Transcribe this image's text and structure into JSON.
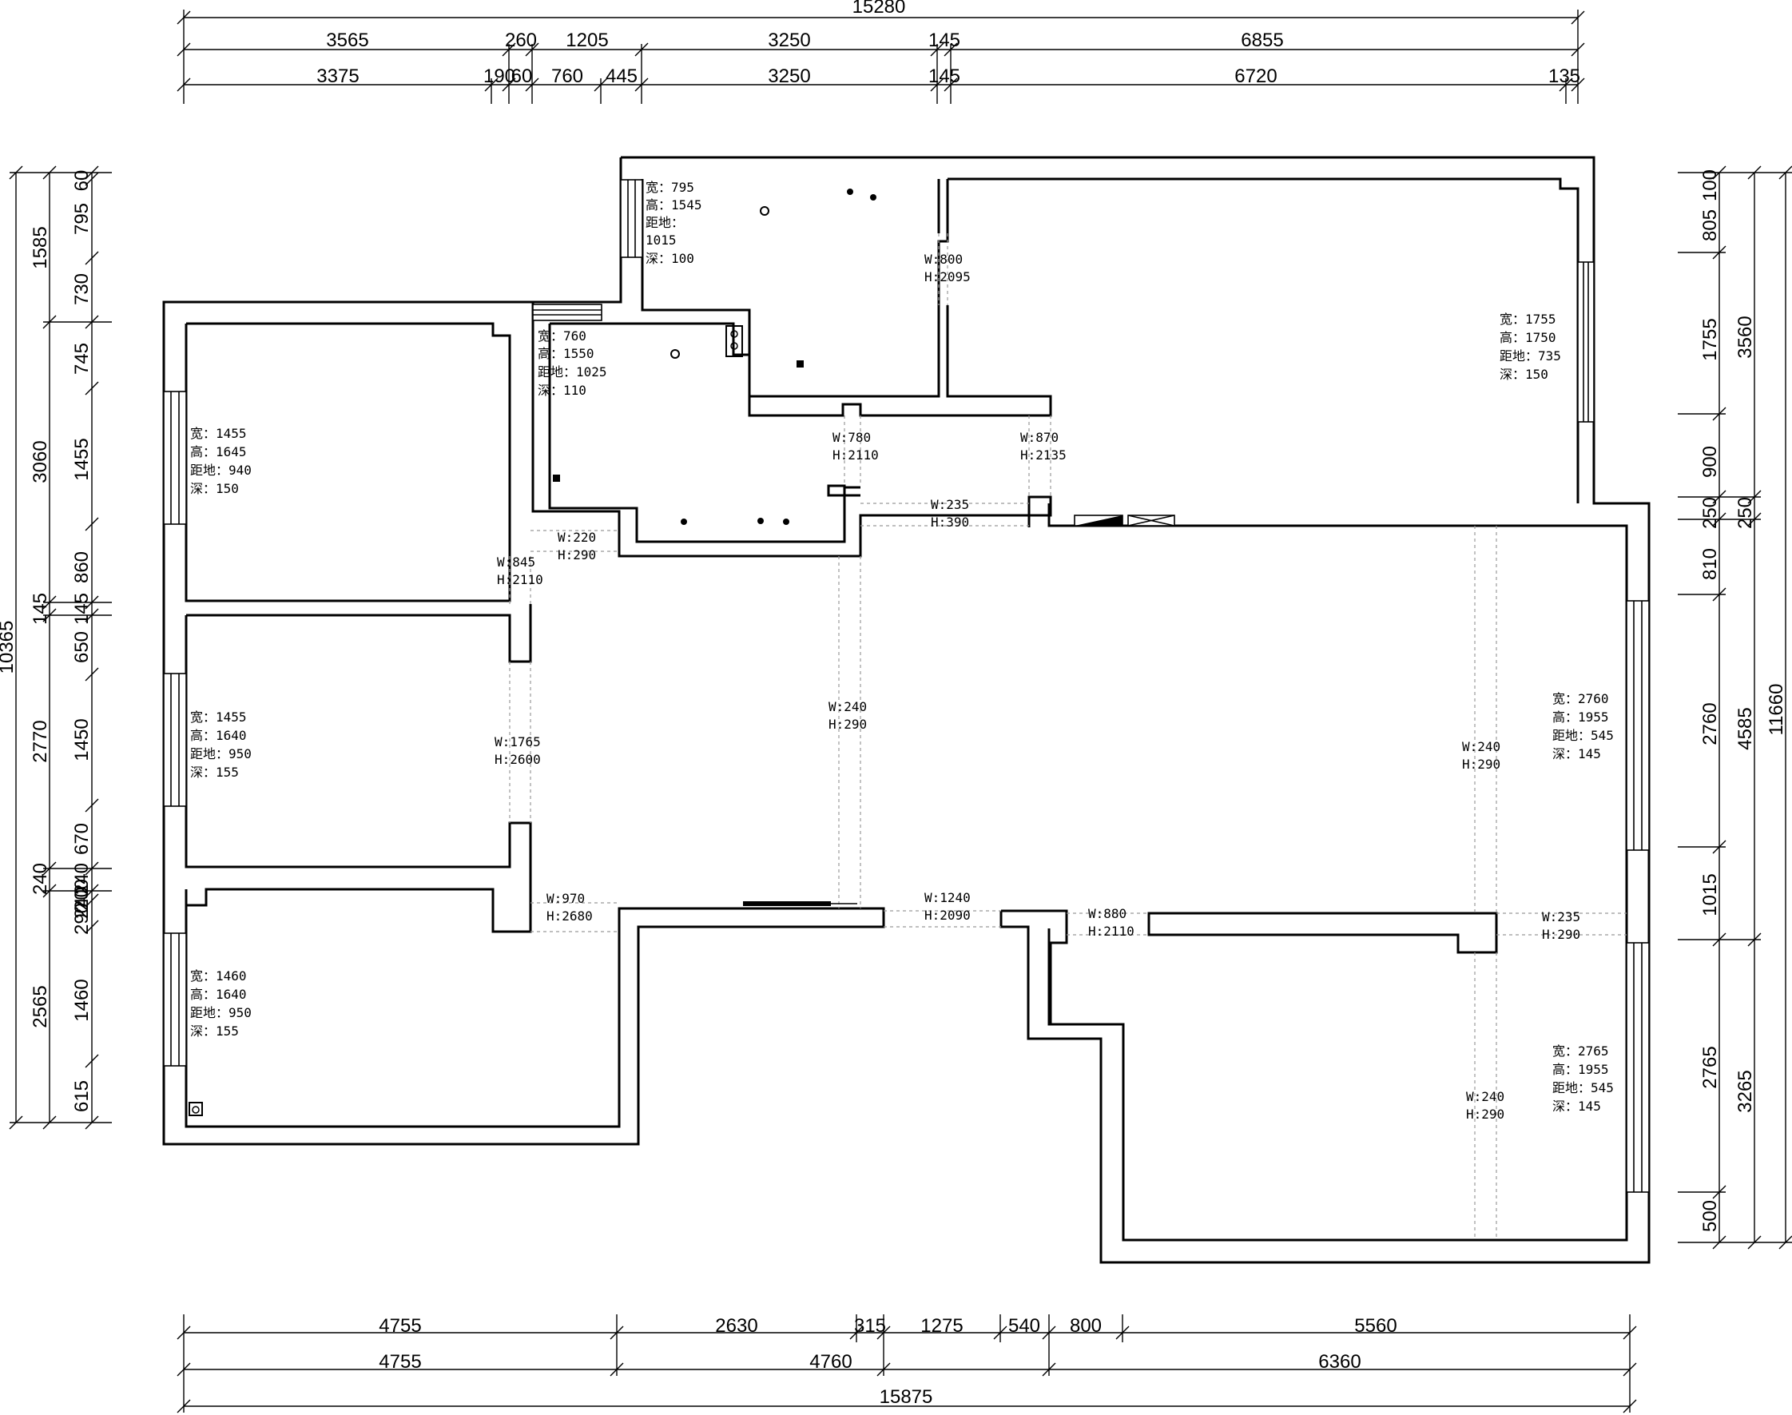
{
  "dims": {
    "top_total": "15280",
    "top_row1": [
      "3565",
      "260",
      "1205",
      "3250",
      "145",
      "6855"
    ],
    "top_row2": [
      "3375",
      "190",
      "60",
      "760",
      "445",
      "3250",
      "145",
      "6720",
      "135"
    ],
    "bottom_row1": [
      "4755",
      "2630",
      "315",
      "1275",
      "540",
      "800",
      "5560"
    ],
    "bottom_row2": [
      "4755",
      "4760",
      "6360"
    ],
    "bottom_total": "15875",
    "left_total": "10365",
    "left_outer": [
      "1585",
      "3060",
      "145",
      "2770",
      "240",
      "2565"
    ],
    "left_inner": [
      "60",
      "795",
      "730",
      "745",
      "1455",
      "860",
      "145",
      "650",
      "1450",
      "670",
      "240",
      "290",
      "1460",
      "615"
    ],
    "left_small": [
      "200",
      "240"
    ],
    "right_total": "11660",
    "right_outer": [
      "3560",
      "250",
      "4585",
      "3265"
    ],
    "right_inner": [
      "100",
      "805",
      "1755",
      "900",
      "250",
      "810",
      "2760",
      "1015",
      "2765",
      "500"
    ]
  },
  "windows": [
    {
      "lines": [
        "宽：795",
        "高：1545",
        "距地：",
        "1015",
        "深：100"
      ]
    },
    {
      "lines": [
        "宽：760",
        "高：1550",
        "距地：1025",
        "深：110"
      ]
    },
    {
      "lines": [
        "宽：1755",
        "高：1750",
        "距地：735",
        "深：150"
      ]
    },
    {
      "lines": [
        "宽：1455",
        "高：1645",
        "距地：940",
        "深：150"
      ]
    },
    {
      "lines": [
        "宽：1455",
        "高：1640",
        "距地：950",
        "深：155"
      ]
    },
    {
      "lines": [
        "宽：1460",
        "高：1640",
        "距地：950",
        "深：155"
      ]
    },
    {
      "lines": [
        "宽：2760",
        "高：1955",
        "距地：545",
        "深：145"
      ]
    },
    {
      "lines": [
        "宽：2765",
        "高：1955",
        "距地：545",
        "深：145"
      ]
    }
  ],
  "openings": [
    {
      "w": "W:800",
      "h": "H:2095"
    },
    {
      "w": "W:780",
      "h": "H:2110"
    },
    {
      "w": "W:870",
      "h": "H:2135"
    },
    {
      "w": "W:235",
      "h": "H:390"
    },
    {
      "w": "W:220",
      "h": "H:290"
    },
    {
      "w": "W:845",
      "h": "H:2110"
    },
    {
      "w": "W:240",
      "h": "H:290"
    },
    {
      "w": "W:1765",
      "h": "H:2600"
    },
    {
      "w": "W:240",
      "h": "H:290"
    },
    {
      "w": "W:970",
      "h": "H:2680"
    },
    {
      "w": "W:1240",
      "h": "H:2090"
    },
    {
      "w": "W:880",
      "h": "H:2110"
    },
    {
      "w": "W:235",
      "h": "H:290"
    },
    {
      "w": "W:240",
      "h": "H:290"
    }
  ]
}
